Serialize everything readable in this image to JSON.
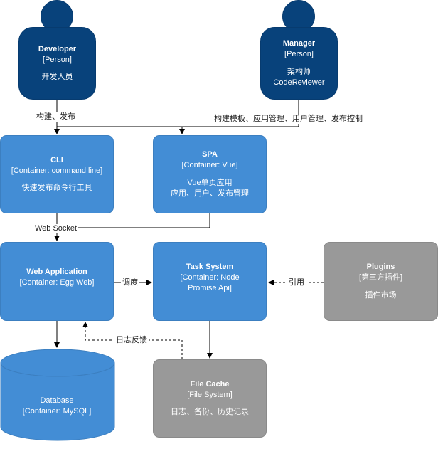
{
  "developer": {
    "name": "Developer",
    "type": "[Person]",
    "desc": "开发人员"
  },
  "manager": {
    "name": "Manager",
    "type": "[Person]",
    "desc1": "架构师",
    "desc2": "CodeReviewer"
  },
  "cli": {
    "name": "CLI",
    "type": "[Container: command line]",
    "desc": "快速发布命令行工具"
  },
  "spa": {
    "name": "SPA",
    "type": "[Container: Vue]",
    "desc1": "Vue单页应用",
    "desc2": "应用、用户、发布管理"
  },
  "webapp": {
    "name": "Web Application",
    "type": "[Container: Egg Web]"
  },
  "tasksys": {
    "name": "Task System",
    "type1": "[Container: Node",
    "type2": "Promise Api]"
  },
  "plugins": {
    "name": "Plugins",
    "type": "[第三方插件]",
    "desc": "插件市场"
  },
  "database": {
    "name": "Database",
    "type": "[Container: MySQL]"
  },
  "filecache": {
    "name": "File Cache",
    "type": "[File System]",
    "desc": "日志、备份、历史记录"
  },
  "edges": {
    "build_publish": "构建、发布",
    "manager_actions": "构建模板、应用管理、用户管理、发布控制",
    "websocket": "Web Socket",
    "schedule": "调度",
    "reference": "引用",
    "log_feedback": "日志反馈"
  },
  "colors": {
    "person": "#08427b",
    "container": "#438dd5",
    "external": "#999999",
    "line": "#000000"
  }
}
